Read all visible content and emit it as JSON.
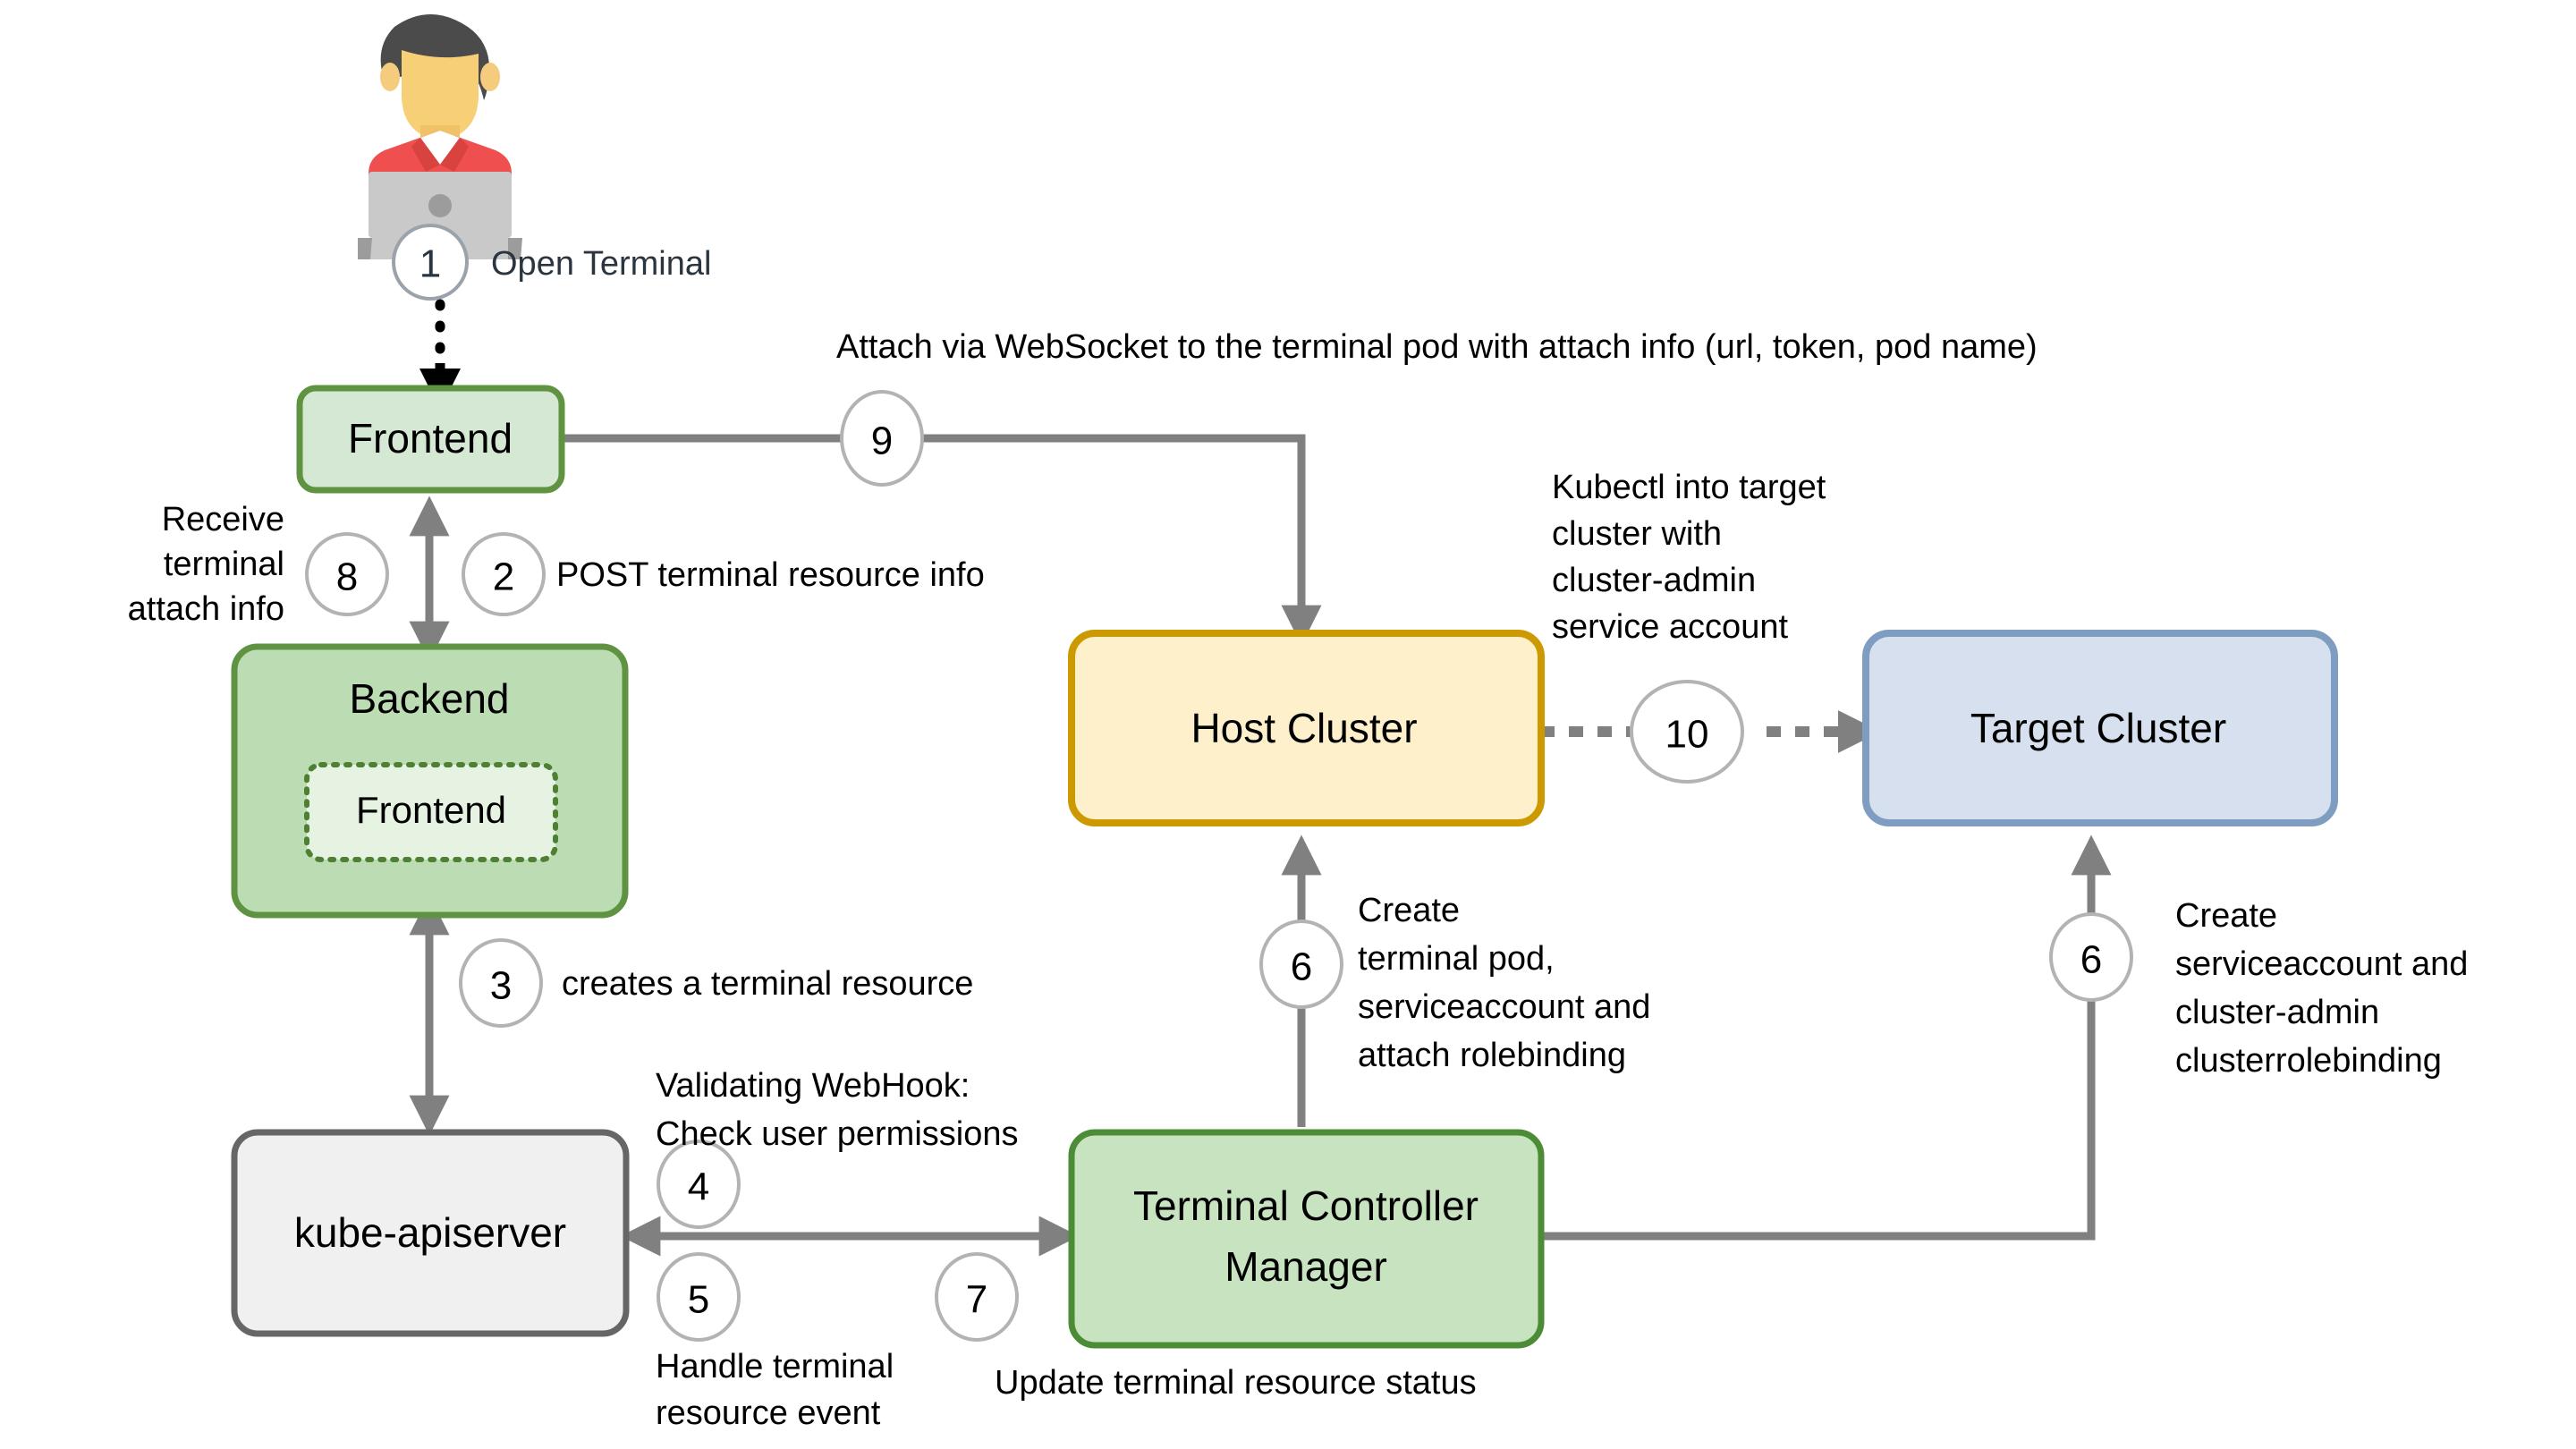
{
  "diagram": {
    "title": "Gardener Dashboard Terminal Architecture Flow",
    "nodes": {
      "user": {
        "label": "user-at-laptop",
        "icon": "person-laptop-icon"
      },
      "frontend": {
        "label": "Frontend",
        "fill": "#d5e8d4",
        "stroke": "#5f9342"
      },
      "backend": {
        "label": "Backend",
        "fill": "#bcdcb4",
        "stroke": "#5f9342"
      },
      "backend_frontend": {
        "label": "Frontend",
        "fill": "#e6f2e2",
        "stroke": "#4d8033"
      },
      "kube_apiserver": {
        "label": "kube-apiserver",
        "fill": "#f0f0f0",
        "stroke": "#666666"
      },
      "terminal_controller_manager": {
        "label": "Terminal Controller\nManager",
        "line1": "Terminal Controller",
        "line2": "Manager",
        "fill": "#c7e3bf",
        "stroke": "#4c8c36"
      },
      "host_cluster": {
        "label": "Host Cluster",
        "fill": "#fdf0cb",
        "stroke": "#cc9900"
      },
      "target_cluster": {
        "label": "Target Cluster",
        "fill": "#d6e0ef",
        "stroke": "#7f9dc0"
      }
    },
    "steps": [
      {
        "n": "1",
        "label": "Open Terminal"
      },
      {
        "n": "2",
        "label": "POST terminal resource info"
      },
      {
        "n": "3",
        "label": "creates a terminal resource"
      },
      {
        "n": "4",
        "label_l1": "Validating WebHook:",
        "label_l2": "Check user permissions"
      },
      {
        "n": "5",
        "label_l1": "Handle terminal",
        "label_l2": "resource event"
      },
      {
        "n": "6",
        "label_l1": "Create",
        "label_l2": "terminal pod,",
        "label_l3": "serviceaccount and",
        "label_l4": "attach rolebinding"
      },
      {
        "n": "6",
        "label_l1": "Create",
        "label_l2": "serviceaccount and",
        "label_l3": "cluster-admin",
        "label_l4": "clusterrolebinding"
      },
      {
        "n": "7",
        "label": "Update terminal resource status"
      },
      {
        "n": "8",
        "label_l1": "Receive",
        "label_l2": "terminal",
        "label_l3": "attach info"
      },
      {
        "n": "9",
        "label": "Attach via WebSocket to the terminal pod with attach info (url, token, pod name)"
      },
      {
        "n": "10",
        "label_l1": "Kubectl into target",
        "label_l2": "cluster with",
        "label_l3": "cluster-admin",
        "label_l4": "service account"
      }
    ],
    "colors": {
      "connector": "#808080",
      "step_circle_stroke": "#b3b3b3",
      "text": "#000000",
      "text_dark": "#2a3540"
    }
  }
}
